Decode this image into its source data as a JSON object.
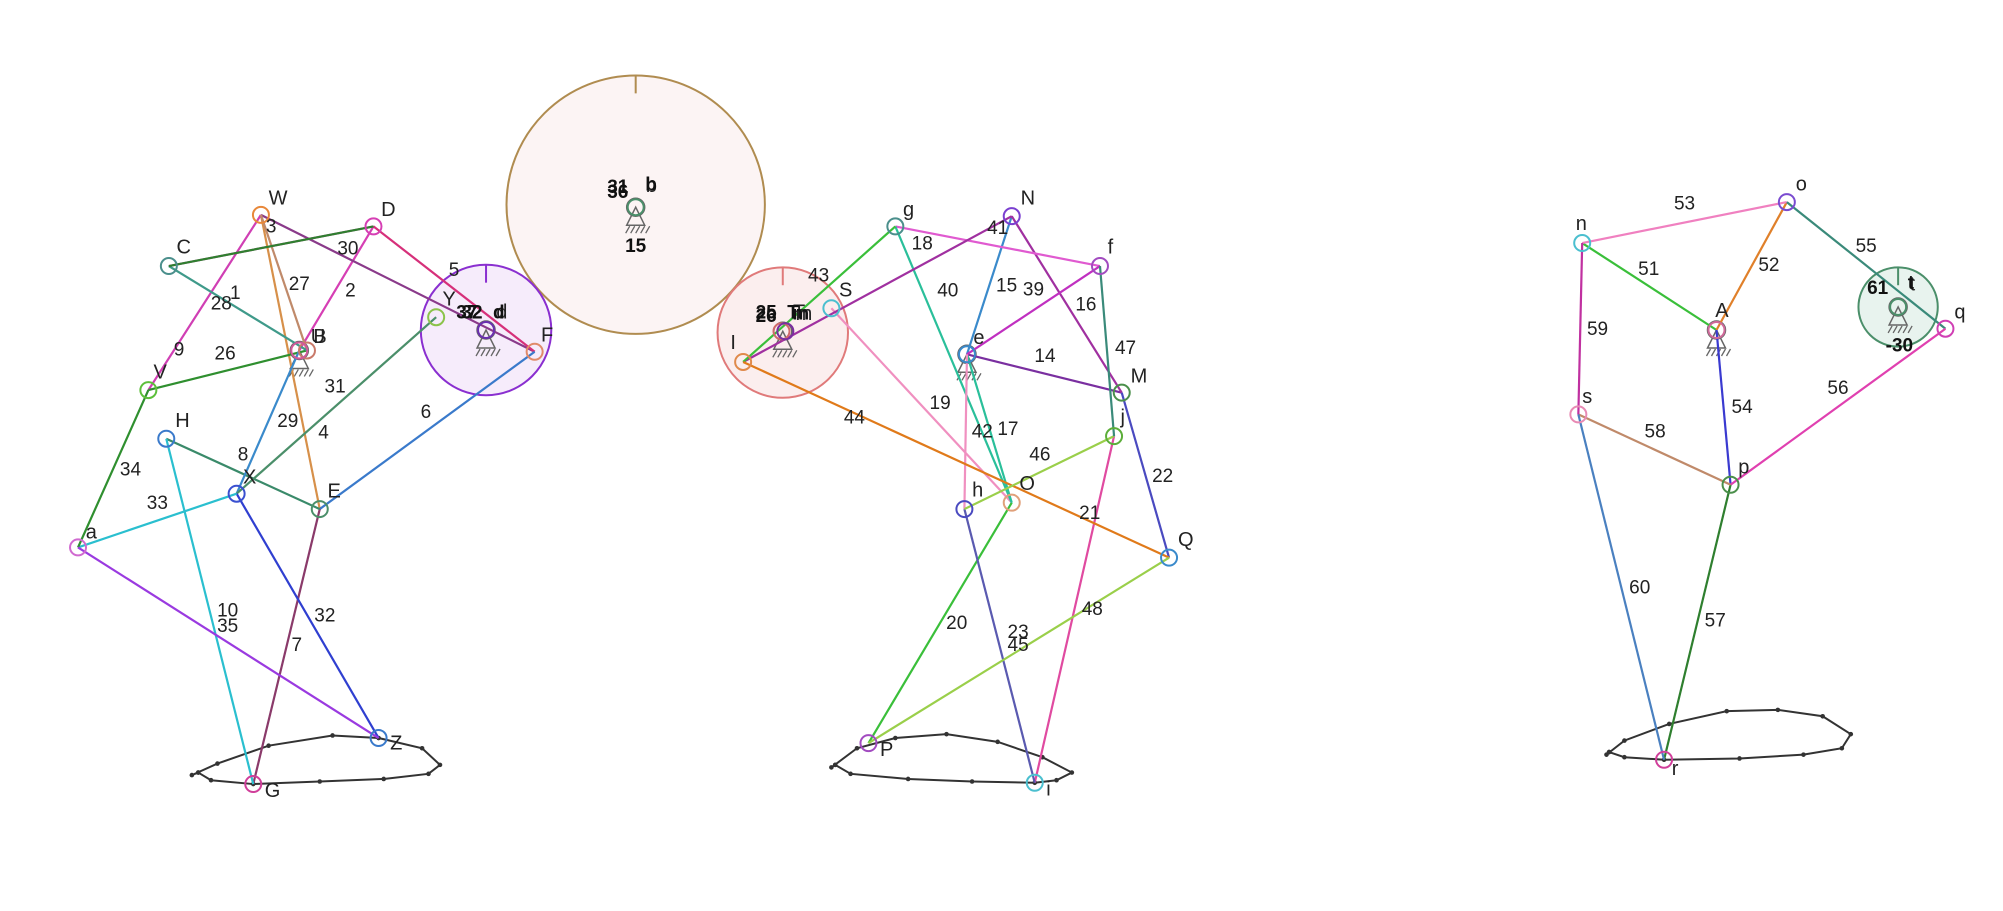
{
  "diagram": {
    "joints": [
      {
        "id": "W",
        "label": "W",
        "color": "#e8883a"
      },
      {
        "id": "D",
        "label": "D",
        "color": "#d63fb4"
      },
      {
        "id": "C",
        "label": "C",
        "color": "#4b8f8c"
      },
      {
        "id": "B",
        "label": "B",
        "color": "#c97a6a"
      },
      {
        "id": "U",
        "label": "U",
        "color": "#d05a9a"
      },
      {
        "id": "V",
        "label": "V",
        "color": "#5cbf3a"
      },
      {
        "id": "H",
        "label": "H",
        "color": "#3a7acb"
      },
      {
        "id": "X",
        "label": "X",
        "color": "#3a50d0"
      },
      {
        "id": "E",
        "label": "E",
        "color": "#4b8f6a"
      },
      {
        "id": "a",
        "label": "a",
        "color": "#d06ad0"
      },
      {
        "id": "G",
        "label": "G",
        "color": "#d03f9a"
      },
      {
        "id": "Z",
        "label": "Z",
        "color": "#3a7acb"
      },
      {
        "id": "Y",
        "label": "Y",
        "color": "#8bc34a"
      },
      {
        "id": "F",
        "label": "F",
        "color": "#e08a6a"
      },
      {
        "id": "d",
        "label": "d",
        "color": "#6a2fb0"
      },
      {
        "id": "b",
        "label": "b",
        "color": "#4b8f6a"
      },
      {
        "id": "g",
        "label": "g",
        "color": "#4b8f8c"
      },
      {
        "id": "N",
        "label": "N",
        "color": "#7a3fd0"
      },
      {
        "id": "f",
        "label": "f",
        "color": "#a24bc0"
      },
      {
        "id": "S",
        "label": "S",
        "color": "#4bbfcf"
      },
      {
        "id": "I",
        "label": "I",
        "color": "#e08a4b"
      },
      {
        "id": "T",
        "label": "T",
        "color": "#d06a6a"
      },
      {
        "id": "m",
        "label": "m",
        "color": "#7a2fa0"
      },
      {
        "id": "e",
        "label": "e",
        "color": "#3a8acb"
      },
      {
        "id": "M",
        "label": "M",
        "color": "#4b8f4b"
      },
      {
        "id": "j",
        "label": "j",
        "color": "#5cae3a"
      },
      {
        "id": "h",
        "label": "h",
        "color": "#4a4ac0"
      },
      {
        "id": "O",
        "label": "O",
        "color": "#e0a07a"
      },
      {
        "id": "Q",
        "label": "Q",
        "color": "#3a8acb"
      },
      {
        "id": "P",
        "label": "P",
        "color": "#a24bc0"
      },
      {
        "id": "i",
        "label": "i",
        "color": "#4bbfcf"
      },
      {
        "id": "n",
        "label": "n",
        "color": "#4bbfcf"
      },
      {
        "id": "o",
        "label": "o",
        "color": "#7a4bd0"
      },
      {
        "id": "A",
        "label": "A",
        "color": "#d06a9a"
      },
      {
        "id": "t",
        "label": "t",
        "color": "#4b8f6a"
      },
      {
        "id": "q",
        "label": "q",
        "color": "#d03fb4"
      },
      {
        "id": "s",
        "label": "s",
        "color": "#e88ab4"
      },
      {
        "id": "p",
        "label": "p",
        "color": "#4b8f4b"
      },
      {
        "id": "r",
        "label": "r",
        "color": "#d03f9a"
      }
    ],
    "links": [
      {
        "label": "1",
        "color": "#c040a0"
      },
      {
        "label": "2",
        "color": "#d63fb4"
      },
      {
        "label": "3",
        "color": "#8a3a8a"
      },
      {
        "label": "4",
        "color": "#d7904a"
      },
      {
        "label": "5",
        "color": "#d6307a"
      },
      {
        "label": "6",
        "color": "#3a7acb"
      },
      {
        "label": "7",
        "color": "#8a3a6a"
      },
      {
        "label": "8",
        "color": "#3a8a6a"
      },
      {
        "label": "9",
        "color": "#d03fb4"
      },
      {
        "label": "10",
        "color": "#2abfcf"
      },
      {
        "label": "26",
        "color": "#2f8f2f"
      },
      {
        "label": "27",
        "color": "#c08a6a"
      },
      {
        "label": "28",
        "color": "#3f9a8a"
      },
      {
        "label": "29",
        "color": "#3a8acb"
      },
      {
        "label": "30",
        "color": "#2f7f2f"
      },
      {
        "label": "31",
        "color": "#4b8f6a"
      },
      {
        "label": "32",
        "color": "#2f3fd0"
      },
      {
        "label": "33",
        "color": "#2abfcf"
      },
      {
        "label": "34",
        "color": "#2f8f2f"
      },
      {
        "label": "35",
        "color": "#9a3ae0"
      },
      {
        "label": "15",
        "color": "#3a8acb"
      },
      {
        "label": "14",
        "color": "#7a2fa0"
      },
      {
        "label": "16",
        "color": "#a030a0"
      },
      {
        "label": "17",
        "color": "#2abf9a"
      },
      {
        "label": "18",
        "color": "#e05ad0"
      },
      {
        "label": "19",
        "color": "#f090c0"
      },
      {
        "label": "20",
        "color": "#3abf3a"
      },
      {
        "label": "21",
        "color": "#e04aa0"
      },
      {
        "label": "22",
        "color": "#4a4ac0"
      },
      {
        "label": "23",
        "color": "#5a5ab0"
      },
      {
        "label": "39",
        "color": "#c030c0"
      },
      {
        "label": "40",
        "color": "#2abf9a"
      },
      {
        "label": "41",
        "color": "#a030a0"
      },
      {
        "label": "42",
        "color": "#f090c0"
      },
      {
        "label": "43",
        "color": "#3abf3a"
      },
      {
        "label": "44",
        "color": "#e07a1a"
      },
      {
        "label": "45",
        "color": "#5a5ab0"
      },
      {
        "label": "46",
        "color": "#9acf4a"
      },
      {
        "label": "47",
        "color": "#3a8a7a"
      },
      {
        "label": "48",
        "color": "#9acf4a"
      },
      {
        "label": "51",
        "color": "#3abf3a"
      },
      {
        "label": "52",
        "color": "#e0802a"
      },
      {
        "label": "53",
        "color": "#f080c0"
      },
      {
        "label": "54",
        "color": "#3a3ad0"
      },
      {
        "label": "55",
        "color": "#3a8a7a"
      },
      {
        "label": "56",
        "color": "#e040b0"
      },
      {
        "label": "57",
        "color": "#2f7f2f"
      },
      {
        "label": "58",
        "color": "#c08a6a"
      },
      {
        "label": "59",
        "color": "#c030a0"
      },
      {
        "label": "60",
        "color": "#4a80c0"
      }
    ],
    "disk_labels": [
      "31",
      "36",
      "b",
      "15",
      "37",
      "32",
      "d",
      "25",
      "26",
      "m",
      "T",
      "61",
      "t",
      "-30"
    ]
  }
}
